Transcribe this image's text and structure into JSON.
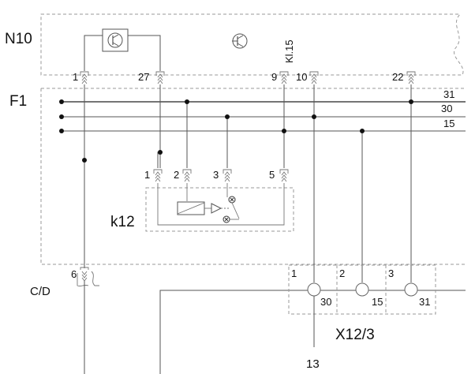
{
  "labels": {
    "n10": "N10",
    "f1": "F1",
    "k12": "k12",
    "cd": "C/D",
    "x12": "X12/3",
    "kl15": "Kl.15",
    "wire13": "13"
  },
  "n10_pins": [
    "1",
    "27",
    "9",
    "10",
    "22"
  ],
  "bus_numbers": [
    "31",
    "30",
    "15"
  ],
  "k12_pins": [
    "1",
    "2",
    "3",
    "5"
  ],
  "cd_pin": "6",
  "x12_sockets": [
    {
      "pos": "1",
      "term": "30"
    },
    {
      "pos": "2",
      "term": "15"
    },
    {
      "pos": "3",
      "term": "31"
    }
  ]
}
